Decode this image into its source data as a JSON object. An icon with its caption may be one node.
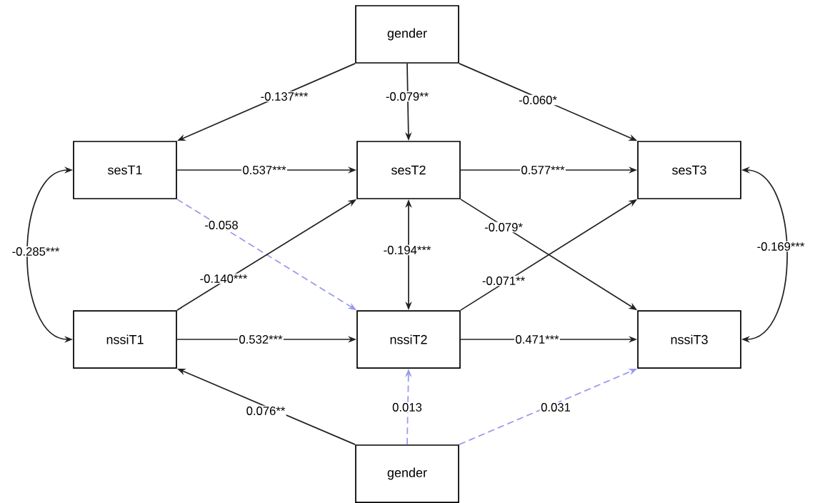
{
  "diagram": {
    "nodes": [
      {
        "text": [
          "gender"
        ]
      },
      {
        "text": [
          "sesT1"
        ]
      },
      {
        "text": [
          "sesT2"
        ]
      },
      {
        "text": [
          "sesT3"
        ]
      },
      {
        "text": [
          "nssiT1"
        ]
      },
      {
        "text": [
          "nssiT2"
        ]
      },
      {
        "text": [
          "nssiT3"
        ]
      },
      {
        "text": [
          "gender"
        ]
      }
    ],
    "edges": [
      {
        "from": 0,
        "to": 1,
        "arrow": "to",
        "label": "-0.137***"
      },
      {
        "from": 0,
        "to": 2,
        "arrow": "to",
        "label": "-0.079**"
      },
      {
        "from": 0,
        "to": 3,
        "arrow": "to",
        "label": "-0.060*"
      },
      {
        "from": 1,
        "to": 2,
        "arrow": "to",
        "label": "0.537***"
      },
      {
        "from": 2,
        "to": 3,
        "arrow": "to",
        "label": "0.577***"
      },
      {
        "from": 1,
        "to": 5,
        "arrow": "to",
        "label": "-0.058",
        "style": "dashed",
        "color": "#9999ee"
      },
      {
        "from": 4,
        "to": 2,
        "arrow": "to",
        "label": "-0.140***"
      },
      {
        "from": 2,
        "to": 5,
        "arrow": "both",
        "label": "-0.194***"
      },
      {
        "from": 2,
        "to": 6,
        "arrow": "to",
        "label": "-0.079*"
      },
      {
        "from": 5,
        "to": 3,
        "arrow": "to",
        "label": "-0.071**"
      },
      {
        "from": 4,
        "to": 5,
        "arrow": "to",
        "label": "0.532***"
      },
      {
        "from": 5,
        "to": 6,
        "arrow": "to",
        "label": "0.471***"
      },
      {
        "from": 1,
        "to": 4,
        "arrow": "both",
        "label": "-0.285***"
      },
      {
        "from": 3,
        "to": 6,
        "arrow": "both",
        "label": "-0.169***"
      },
      {
        "from": 7,
        "to": 4,
        "arrow": "to",
        "label": "0.076**"
      },
      {
        "from": 7,
        "to": 5,
        "arrow": "to",
        "label": "0.013",
        "style": "dashed",
        "color": "#9999ee"
      },
      {
        "from": 7,
        "to": 6,
        "arrow": "to",
        "label": "0.031",
        "style": "dashed",
        "color": "#9999ee"
      }
    ]
  }
}
